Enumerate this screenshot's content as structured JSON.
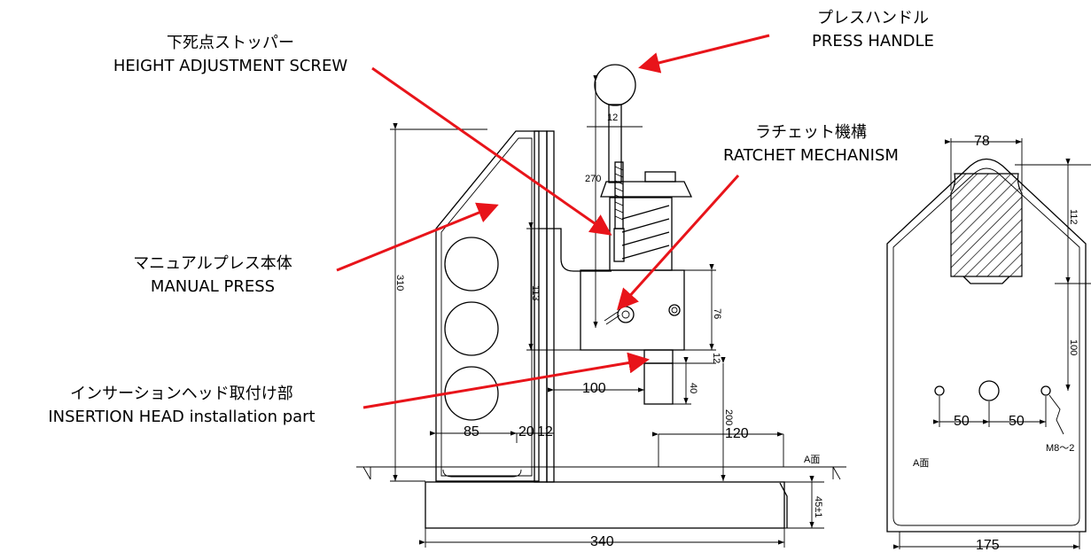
{
  "callouts": {
    "height_screw": {
      "jp": "下死点ストッパー",
      "en": "HEIGHT ADJUSTMENT SCREW"
    },
    "press_handle": {
      "jp": "プレスハンドル",
      "en": "PRESS HANDLE"
    },
    "ratchet": {
      "jp": "ラチェット機構",
      "en": "RATCHET MECHANISM"
    },
    "manual_press": {
      "jp": "マニュアルプレス本体",
      "en": "MANUAL PRESS"
    },
    "insertion_head": {
      "jp": "インサーションヘッド取付け部",
      "en": "INSERTION HEAD installation part"
    }
  },
  "dimensions": {
    "overall_height": "310",
    "handle_stroke": "270",
    "handle_width": "12",
    "frame_height": "113",
    "head_height": "76",
    "gap": "12",
    "tool_height": "40",
    "throat_height": "200",
    "throat_depth": "100",
    "table_depth": "120",
    "base_height": "45±1",
    "base_width": "340",
    "column_width": "85",
    "plate_thickness": "20",
    "plate_gap": "12",
    "top_width": "78",
    "top_height": "112",
    "hole_spacing": "100",
    "hole_pitch_left": "50",
    "hole_pitch_right": "50",
    "bolt_spec": "M8～2",
    "base_plate_width": "175",
    "face_label_side": "A面",
    "face_label_plan": "A面"
  }
}
